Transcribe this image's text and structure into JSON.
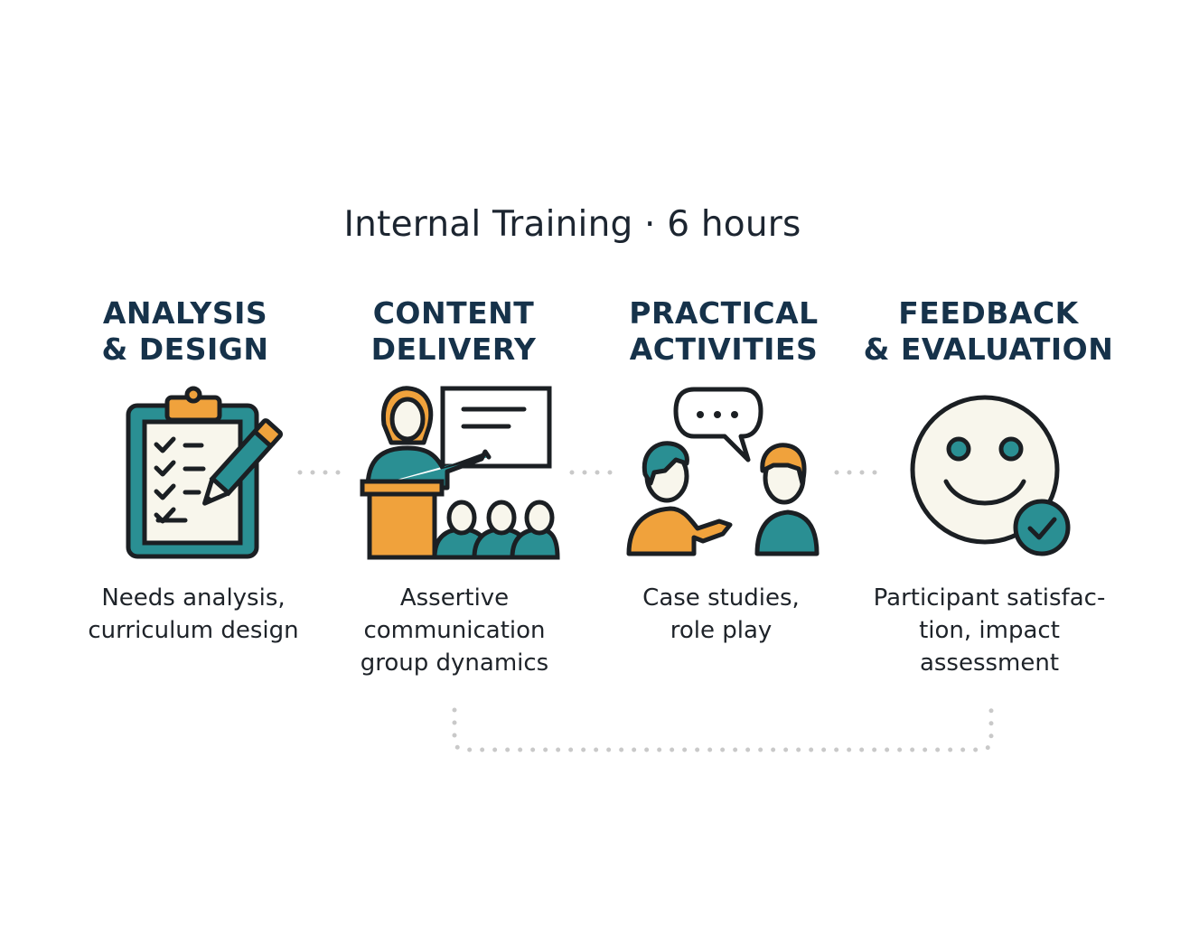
{
  "title": "Internal Training · 6 hours",
  "colors": {
    "teal": "#2a8f93",
    "orange": "#f0a23c",
    "navy": "#16324a",
    "outline": "#1b1f23",
    "cream": "#f8f6ec",
    "dots": "#c9c9c9"
  },
  "steps": [
    {
      "icon": "clipboard-checklist-icon",
      "title_lines": [
        "ANALYSIS",
        "& DESIGN"
      ],
      "desc_lines": [
        "Needs analysis,",
        "curriculum design"
      ]
    },
    {
      "icon": "presenter-audience-icon",
      "title_lines": [
        "CONTENT",
        "DELIVERY"
      ],
      "desc_lines": [
        "Assertive",
        "communication",
        "group dynamics"
      ]
    },
    {
      "icon": "conversation-people-icon",
      "title_lines": [
        "PRACTICAL",
        "ACTIVITIES"
      ],
      "desc_lines": [
        "Case studies,",
        "role play"
      ]
    },
    {
      "icon": "smiley-check-icon",
      "title_lines": [
        "FEEDBACK",
        "& EVALUATION"
      ],
      "desc_lines": [
        "Participant satisfac-",
        "tion, impact",
        "assessment"
      ]
    }
  ]
}
